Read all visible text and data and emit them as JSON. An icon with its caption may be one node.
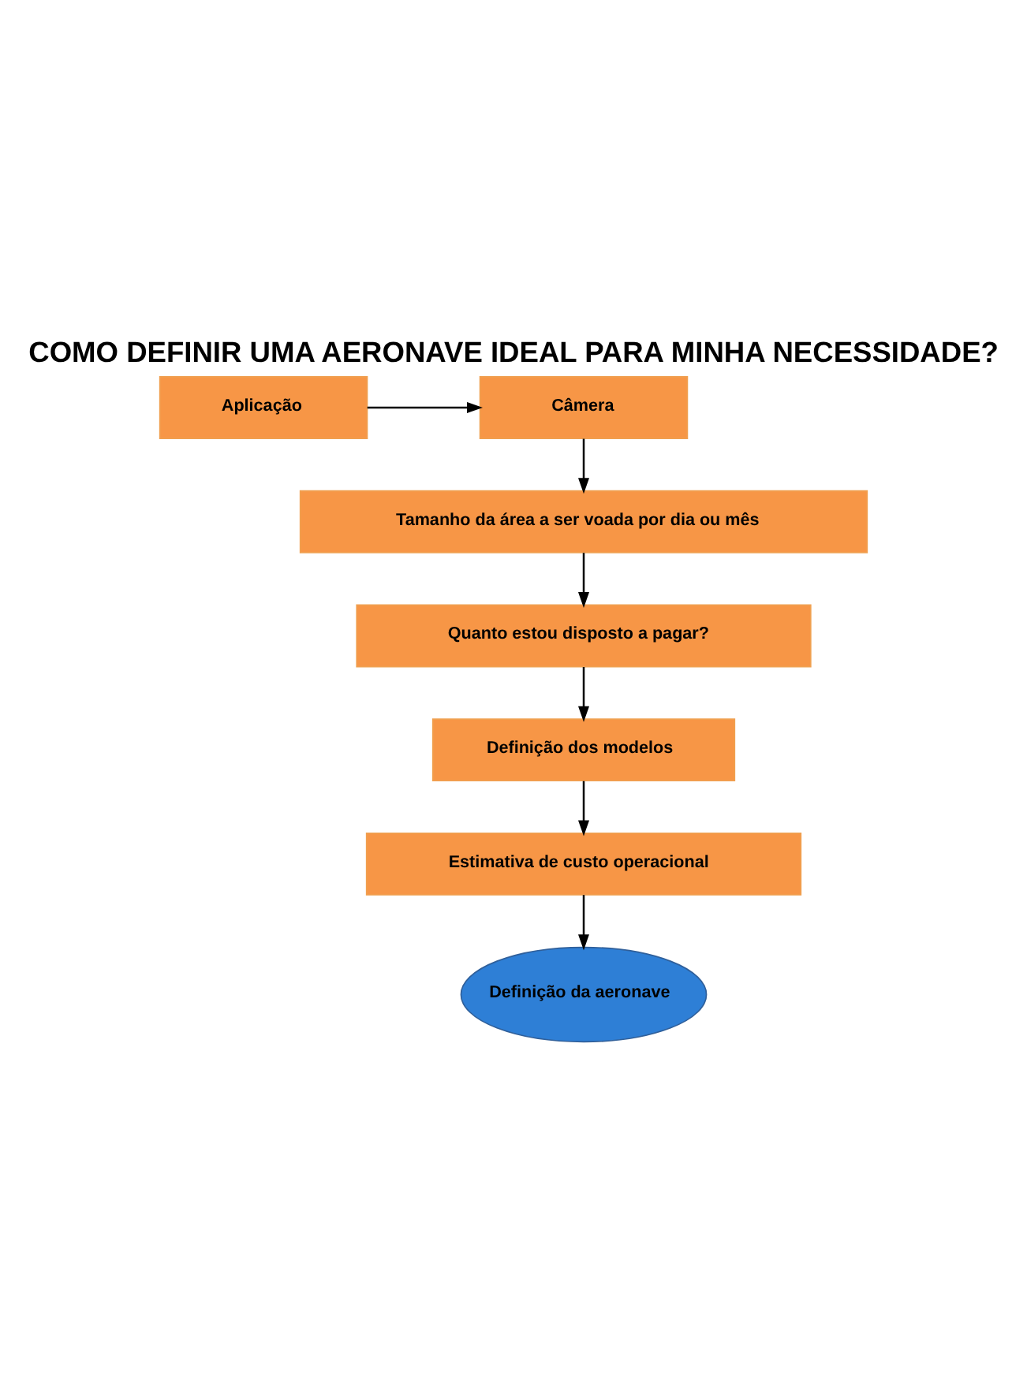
{
  "diagram": {
    "title": "COMO DEFINIR UMA AERONAVE IDEAL PARA MINHA NECESSIDADE?",
    "nodes": [
      {
        "text": [
          "Aplicação"
        ]
      },
      {
        "text": [
          "Câmera"
        ]
      },
      {
        "text": [
          "Tamanho da área a ser voada por dia ou mês"
        ]
      },
      {
        "text": [
          "Quanto estou disposto a pagar?"
        ]
      },
      {
        "text": [
          "Definição dos modelos"
        ]
      },
      {
        "text": [
          "Estimativa de custo operacional"
        ]
      },
      {
        "text": [
          "Definição da aeronave"
        ]
      }
    ],
    "edges": [
      {
        "from": 0,
        "to": 1,
        "arrow": "to"
      },
      {
        "from": 1,
        "to": 2,
        "arrow": "to"
      },
      {
        "from": 2,
        "to": 3,
        "arrow": "to"
      },
      {
        "from": 3,
        "to": 4,
        "arrow": "to"
      },
      {
        "from": 4,
        "to": 5,
        "arrow": "to"
      },
      {
        "from": 5,
        "to": 6,
        "arrow": "to"
      }
    ]
  }
}
